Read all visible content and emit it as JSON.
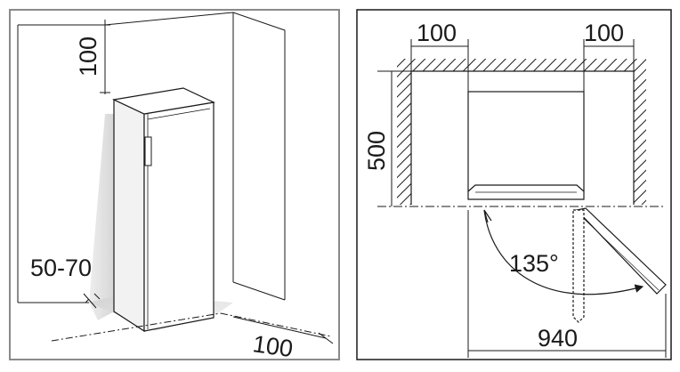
{
  "left_panel": {
    "label_top_clearance": "100",
    "label_back_gap": "50-70",
    "label_side_clearance": "100"
  },
  "right_panel": {
    "label_left_clearance": "100",
    "label_right_clearance": "100",
    "label_depth": "500",
    "label_door_angle": "135°",
    "label_total_width": "940"
  },
  "colors": {
    "frame": "#8a8a8a",
    "line": "#1a1a1a",
    "shadow": "#d4d4d4",
    "background": "#ffffff"
  }
}
